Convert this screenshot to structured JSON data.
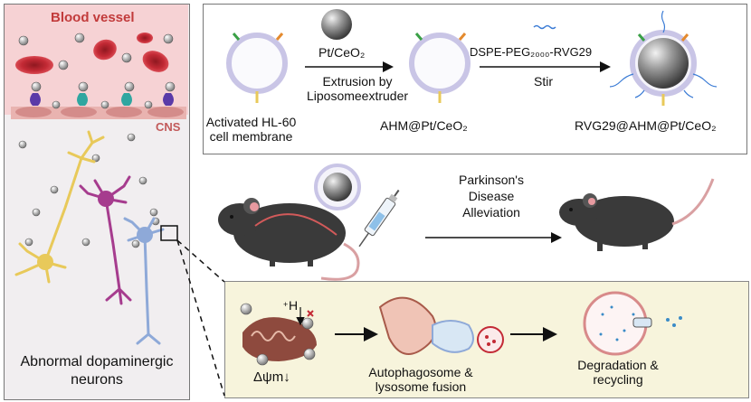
{
  "left_panel": {
    "blood_vessel": "Blood vessel",
    "cns": "CNS",
    "caption": [
      "Abnormal dopaminergic",
      "neurons"
    ]
  },
  "synthesis": {
    "membrane_label": [
      "Activated HL-60",
      "cell membrane"
    ],
    "np_label": "Pt/CeO₂",
    "step1": [
      "Extrusion by",
      "Liposomeextruder"
    ],
    "ahm_label": "AHM@Pt/CeO₂",
    "peg_label": "DSPE-PEG₂₀₀₀-RVG29",
    "step2": "Stir",
    "final_label": "RVG29@AHM@Pt/CeO₂"
  },
  "mouse_row": {
    "effect": [
      "Parkinson's",
      "Disease",
      "Alleviation"
    ]
  },
  "mechanism": {
    "membrane_potential": "Δψm↓",
    "proton": "H",
    "proton_sign": "+",
    "fusion": [
      "Autophagosome &",
      "lysosome fusion"
    ],
    "degradation": [
      "Degradation &",
      "recycling"
    ]
  },
  "colors": {
    "vessel_bg": "#f6d2d4",
    "cns_bg": "#f1eef0",
    "mechanism_bg": "#f7f4dc",
    "membrane": "#c9c5e6",
    "rbc": "#c32a35",
    "cns_text": "#c25a5a"
  }
}
